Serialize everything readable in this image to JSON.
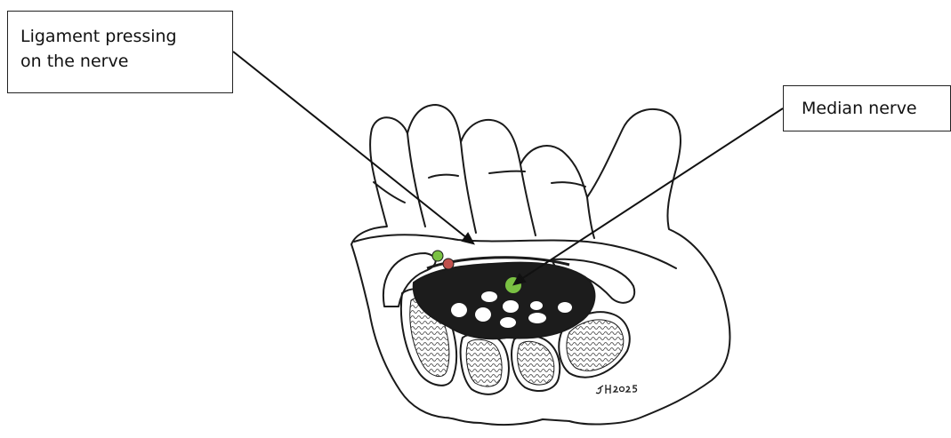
{
  "labels": {
    "ligament": [
      "Ligament pressing",
      "on the nerve"
    ],
    "median": "Median nerve"
  },
  "signature": "JH 2025",
  "colors": {
    "nerve": "#7ac143",
    "artery": "#c0504d",
    "tunnel": "#1c1c1c",
    "outline": "#1a1a1a"
  }
}
